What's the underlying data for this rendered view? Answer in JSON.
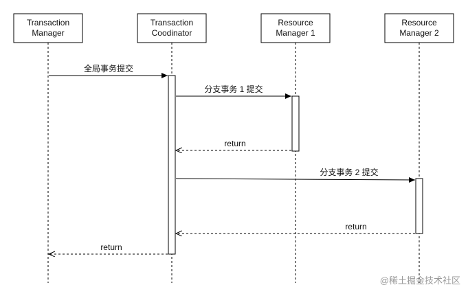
{
  "participants": [
    {
      "line1": "Transaction",
      "line2": "Manager"
    },
    {
      "line1": "Transaction",
      "line2": "Coodinator"
    },
    {
      "line1": "Resource",
      "line2": "Manager 1"
    },
    {
      "line1": "Resource",
      "line2": "Manager 2"
    }
  ],
  "messages": [
    {
      "label": "全局事务提交",
      "from": 0,
      "to": 1,
      "style": "solid"
    },
    {
      "label": "分支事务 1 提交",
      "from": 1,
      "to": 2,
      "style": "solid"
    },
    {
      "label": "return",
      "from": 2,
      "to": 1,
      "style": "dashed"
    },
    {
      "label": "分支事务 2 提交",
      "from": 1,
      "to": 3,
      "style": "solid"
    },
    {
      "label": "return",
      "from": 3,
      "to": 1,
      "style": "dashed"
    },
    {
      "label": "return",
      "from": 1,
      "to": 0,
      "style": "dashed"
    }
  ],
  "watermark": "@稀土掘金技术社区",
  "colors": {
    "line": "#000000",
    "box_fill": "#ffffff",
    "watermark": "#9a9a9a"
  }
}
